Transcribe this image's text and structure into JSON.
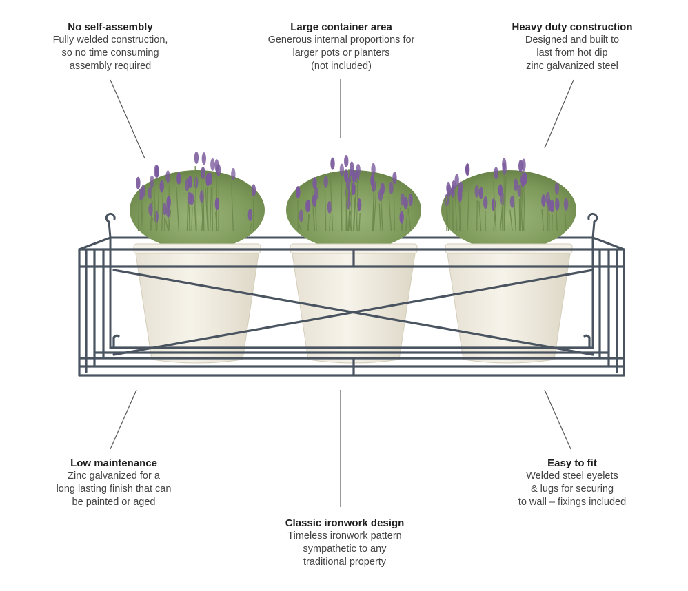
{
  "callouts": {
    "no_assembly": {
      "title": "No self-assembly",
      "lines": [
        "Fully welded construction,",
        "so no time consuming",
        "assembly required"
      ]
    },
    "container": {
      "title": "Large container area",
      "lines": [
        "Generous internal proportions for",
        "larger pots or planters",
        "(not included)"
      ]
    },
    "heavy": {
      "title": "Heavy duty construction",
      "lines": [
        "Designed and built to",
        "last from hot dip",
        "zinc galvanized steel"
      ]
    },
    "low_maintenance": {
      "title": "Low maintenance",
      "lines": [
        "Zinc galvanized for a",
        "long lasting finish that can",
        "be painted or aged"
      ]
    },
    "classic": {
      "title": "Classic ironwork design",
      "lines": [
        "Timeless ironwork pattern",
        "sympathetic to any",
        "traditional property"
      ]
    },
    "easy_fit": {
      "title": "Easy to fit",
      "lines": [
        "Welded steel eyelets",
        "& lugs for securing",
        "to wall – fixings included"
      ]
    }
  },
  "colors": {
    "ironwork": "#4a5460",
    "pot": "#f1ede2",
    "foliage": "#7f9a5c",
    "flower": "#7a5a9c",
    "leader_line": "#555555"
  }
}
